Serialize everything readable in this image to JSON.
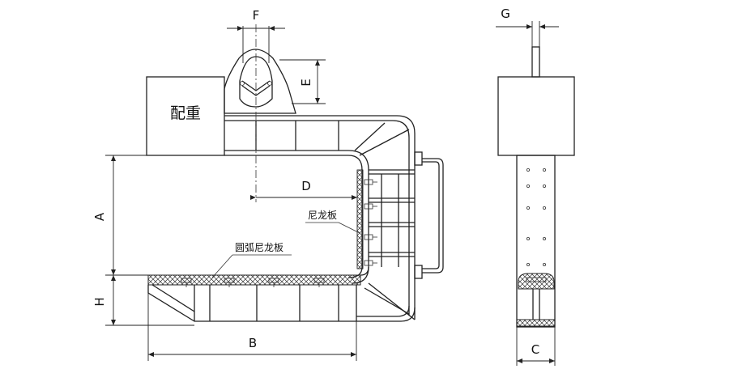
{
  "labels": {
    "counterweight": "配重",
    "nylon_plate": "尼龙板",
    "arc_nylon_plate": "圆弧尼龙板"
  },
  "dimensions": {
    "F": "F",
    "G": "G",
    "E": "E",
    "D": "D",
    "A": "A",
    "H": "H",
    "B": "B",
    "C": "C"
  }
}
